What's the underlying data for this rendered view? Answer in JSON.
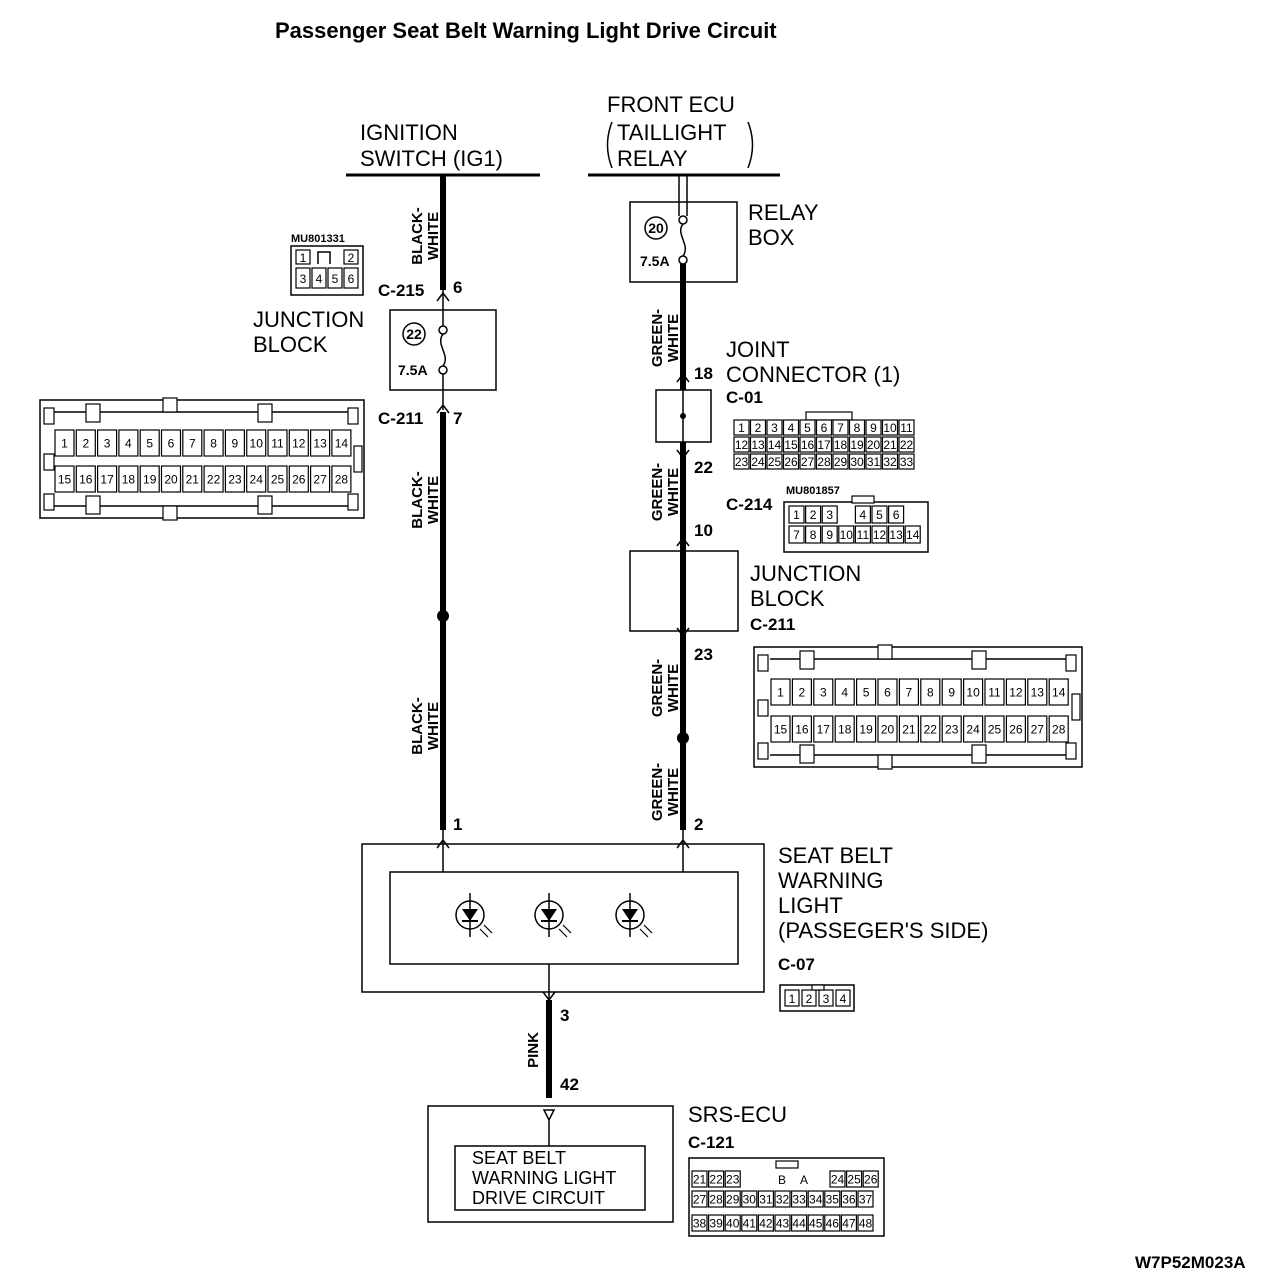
{
  "title": "Passenger Seat Belt Warning Light Drive Circuit",
  "footer_code": "W7P52M023A",
  "components": {
    "ignition_switch": [
      "IGNITION",
      "SWITCH (IG1)"
    ],
    "front_ecu": [
      "FRONT ECU",
      "TAILLIGHT",
      "RELAY"
    ],
    "relay_box": [
      "RELAY",
      "BOX"
    ],
    "relay_fuse": {
      "number": "20",
      "rating": "7.5A"
    },
    "junction_block_top": [
      "JUNCTION",
      "BLOCK"
    ],
    "junction_fuse": {
      "number": "22",
      "rating": "7.5A"
    },
    "joint_connector": [
      "JOINT",
      "CONNECTOR (1)"
    ],
    "junction_block_right": [
      "JUNCTION",
      "BLOCK"
    ],
    "seat_belt_light": [
      "SEAT BELT",
      "WARNING",
      "LIGHT",
      "(PASSEGER'S SIDE)"
    ],
    "srs_ecu": "SRS-ECU",
    "srs_inner": [
      "SEAT BELT",
      "WARNING LIGHT",
      "DRIVE CIRCUIT"
    ]
  },
  "connectors": {
    "c215": "C-215",
    "c211_left": "C-211",
    "c01": "C-01",
    "c214": "C-214",
    "c211_right": "C-211",
    "c07": "C-07",
    "c121": "C-121",
    "mu801331": "MU801331",
    "mu801857": "MU801857"
  },
  "pins": {
    "c215_pin": "6",
    "c211_left_pin": "7",
    "c01_in": "18",
    "c01_out": "22",
    "c214_pin": "10",
    "c211_right_pin": "23",
    "c07_pin1": "1",
    "c07_pin2": "2",
    "c07_pin3": "3",
    "c121_pin": "42"
  },
  "wires": {
    "left": [
      "BLACK-",
      "WHITE"
    ],
    "right": [
      "GREEN-",
      "WHITE"
    ],
    "bottom": "PINK"
  },
  "connector_pins": {
    "mu801331_top": [
      "1",
      "",
      "2"
    ],
    "mu801331_bottom": [
      "3",
      "4",
      "5",
      "6"
    ],
    "jb_row1": [
      "1",
      "2",
      "3",
      "4",
      "5",
      "6",
      "7",
      "8",
      "9",
      "10",
      "11",
      "12",
      "13",
      "14"
    ],
    "jb_row2": [
      "15",
      "16",
      "17",
      "18",
      "19",
      "20",
      "21",
      "22",
      "23",
      "24",
      "25",
      "26",
      "27",
      "28"
    ],
    "c01_row1": [
      "1",
      "2",
      "3",
      "4",
      "5",
      "6",
      "7",
      "8",
      "9",
      "10",
      "11"
    ],
    "c01_row2": [
      "12",
      "13",
      "14",
      "15",
      "16",
      "17",
      "18",
      "19",
      "20",
      "21",
      "22"
    ],
    "c01_row3": [
      "23",
      "24",
      "25",
      "26",
      "27",
      "28",
      "29",
      "30",
      "31",
      "32",
      "33"
    ],
    "c214_row1": [
      "1",
      "2",
      "3",
      "",
      "4",
      "5",
      "6"
    ],
    "c214_row2": [
      "7",
      "8",
      "9",
      "10",
      "11",
      "12",
      "13",
      "14"
    ],
    "c07_pins": [
      "1",
      "2",
      "3",
      "4"
    ],
    "c121_row1_left": [
      "21",
      "22",
      "23"
    ],
    "c121_row1_mid": [
      "B",
      "A"
    ],
    "c121_row1_right": [
      "24",
      "25",
      "26"
    ],
    "c121_row2": [
      "27",
      "28",
      "29",
      "30",
      "31",
      "32",
      "33",
      "34",
      "35",
      "36",
      "37"
    ],
    "c121_row3": [
      "38",
      "39",
      "40",
      "41",
      "42",
      "43",
      "44",
      "45",
      "46",
      "47",
      "48"
    ]
  }
}
